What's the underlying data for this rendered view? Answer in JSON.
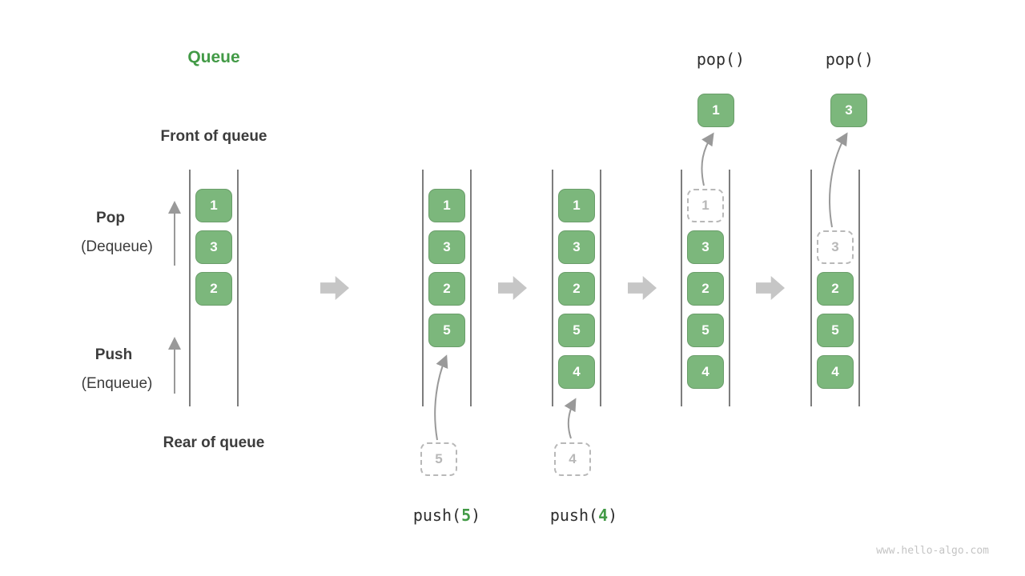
{
  "title": "Queue",
  "labels": {
    "front_of_queue": "Front of queue",
    "pop": "Pop",
    "dequeue": "(Dequeue)",
    "push": "Push",
    "enqueue": "(Enqueue)",
    "rear_of_queue": "Rear of queue"
  },
  "stages": [
    {
      "cells": [
        "1",
        "3",
        "2"
      ]
    },
    {
      "cells": [
        "1",
        "3",
        "2",
        "5"
      ],
      "incoming": "5",
      "op": {
        "prefix": "push(",
        "arg": "5",
        "suffix": ")"
      }
    },
    {
      "cells": [
        "1",
        "3",
        "2",
        "5",
        "4"
      ],
      "incoming": "4",
      "op": {
        "prefix": "push(",
        "arg": "4",
        "suffix": ")"
      }
    },
    {
      "removed": "1",
      "cells": [
        "3",
        "2",
        "5",
        "4"
      ],
      "popped": "1",
      "op_label": "pop()"
    },
    {
      "removed": "3",
      "cells": [
        "2",
        "5",
        "4"
      ],
      "popped": "3",
      "op_label": "pop()"
    }
  ],
  "colors": {
    "box_green": "#7cb77c",
    "accent_green": "#429a46",
    "dashed_gray": "#b8b8b8",
    "arrow_gray": "#999999",
    "block_arrow": "#c6c6c6",
    "wall_gray": "#7d7d7d",
    "text_dark": "#3c3c3c"
  },
  "watermark": "www.hello-algo.com"
}
